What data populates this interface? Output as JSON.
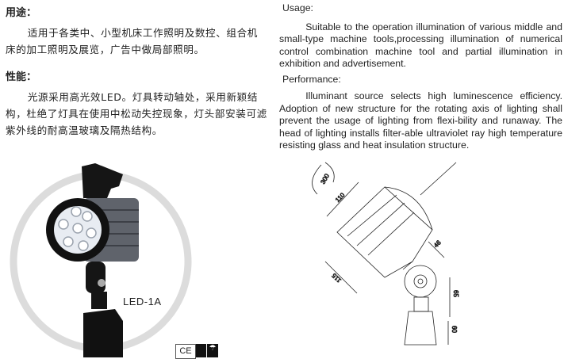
{
  "chinese": {
    "usage_heading": "用途：",
    "usage_text": "适用于各类中、小型机床工作照明及数控、组合机床的加工照明及展览，广告中做局部照明。",
    "performance_heading": "性能：",
    "performance_text": "光源采用高光效LED。灯具转动轴处，采用新颖结构，杜绝了灯具在使用中松动失控现象，灯头部安装可滤紫外线的耐高温玻璃及隔热结构。"
  },
  "english": {
    "usage_heading": "Usage:",
    "usage_text": "Suitable to the operation illumination of various middle and small-type machine tools,processing illumination of numerical control combination machine tool and partial illumination in exhibition and advertisement.",
    "performance_heading": "Performance:",
    "performance_text": "Illuminant  source selects high luminescence efficiency. Adoption of new structure for the rotating axis of lighting shall prevent the usage of lighting from flexi-bility and runaway. The head of lighting installs filter-able ultraviolet ray high temperature resisting glass and heat insulation structure."
  },
  "product": {
    "model": "LED-1A",
    "cert_mark": "CE"
  },
  "diagram": {
    "dims": [
      "300",
      "110",
      "115",
      "46",
      "65",
      "60"
    ]
  }
}
